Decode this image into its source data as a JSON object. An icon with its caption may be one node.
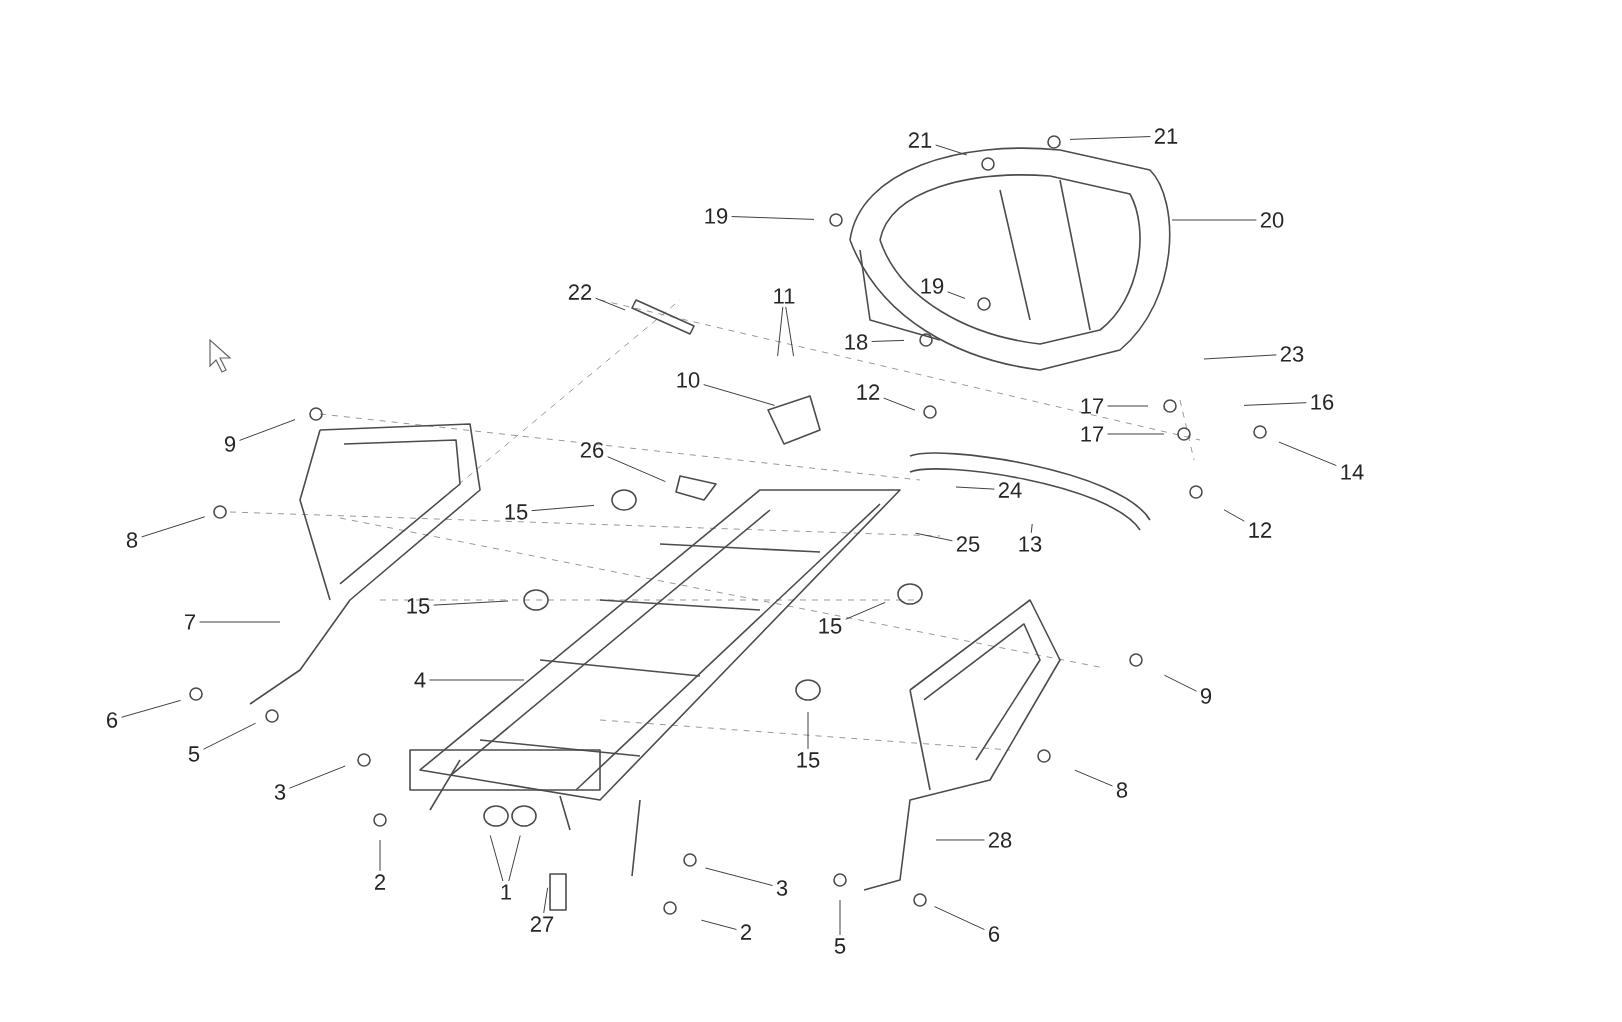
{
  "diagram": {
    "nodes": [
      {
        "text": [
          "21"
        ]
      },
      {
        "text": [
          "21"
        ]
      },
      {
        "text": [
          "19"
        ]
      },
      {
        "text": [
          "20"
        ]
      },
      {
        "text": [
          "19"
        ]
      },
      {
        "text": [
          "22"
        ]
      },
      {
        "text": [
          "11"
        ]
      },
      {
        "text": [
          "18"
        ]
      },
      {
        "text": [
          "23"
        ]
      },
      {
        "text": [
          "10"
        ]
      },
      {
        "text": [
          "12"
        ]
      },
      {
        "text": [
          "17"
        ]
      },
      {
        "text": [
          "16"
        ]
      },
      {
        "text": [
          "17"
        ]
      },
      {
        "text": [
          "9"
        ]
      },
      {
        "text": [
          "26"
        ]
      },
      {
        "text": [
          "14"
        ]
      },
      {
        "text": [
          "24"
        ]
      },
      {
        "text": [
          "15"
        ]
      },
      {
        "text": [
          "12"
        ]
      },
      {
        "text": [
          "13"
        ]
      },
      {
        "text": [
          "8"
        ]
      },
      {
        "text": [
          "25"
        ]
      },
      {
        "text": [
          "15"
        ]
      },
      {
        "text": [
          "7"
        ]
      },
      {
        "text": [
          "15"
        ]
      },
      {
        "text": [
          "4"
        ]
      },
      {
        "text": [
          "9"
        ]
      },
      {
        "text": [
          "6"
        ]
      },
      {
        "text": [
          "5"
        ]
      },
      {
        "text": [
          "15"
        ]
      },
      {
        "text": [
          "3"
        ]
      },
      {
        "text": [
          "8"
        ]
      },
      {
        "text": [
          "28"
        ]
      },
      {
        "text": [
          "2"
        ]
      },
      {
        "text": [
          "1"
        ]
      },
      {
        "text": [
          "3"
        ]
      },
      {
        "text": [
          "27"
        ]
      },
      {
        "text": [
          "2"
        ]
      },
      {
        "text": [
          "6"
        ]
      },
      {
        "text": [
          "5"
        ]
      }
    ],
    "edges": [
      {
        "from": 0,
        "to": null,
        "arrow": "none"
      },
      {
        "from": 1,
        "to": null,
        "arrow": "none"
      },
      {
        "from": 2,
        "to": null,
        "arrow": "none"
      },
      {
        "from": 3,
        "to": null,
        "arrow": "none"
      },
      {
        "from": 4,
        "to": null,
        "arrow": "none"
      },
      {
        "from": 5,
        "to": null,
        "arrow": "none"
      },
      {
        "from": 6,
        "to": null,
        "arrow": "none"
      },
      {
        "from": 6,
        "to": null,
        "arrow": "none"
      },
      {
        "from": 7,
        "to": null,
        "arrow": "none"
      },
      {
        "from": 8,
        "to": null,
        "arrow": "none"
      },
      {
        "from": 9,
        "to": null,
        "arrow": "none"
      },
      {
        "from": 10,
        "to": null,
        "arrow": "none"
      },
      {
        "from": 11,
        "to": null,
        "arrow": "none"
      },
      {
        "from": 12,
        "to": null,
        "arrow": "none"
      },
      {
        "from": 13,
        "to": null,
        "arrow": "none"
      },
      {
        "from": 14,
        "to": null,
        "arrow": "none"
      },
      {
        "from": 15,
        "to": null,
        "arrow": "none"
      },
      {
        "from": 16,
        "to": null,
        "arrow": "none"
      },
      {
        "from": 17,
        "to": null,
        "arrow": "none"
      },
      {
        "from": 18,
        "to": null,
        "arrow": "none"
      },
      {
        "from": 19,
        "to": null,
        "arrow": "none"
      },
      {
        "from": 20,
        "to": null,
        "arrow": "none"
      },
      {
        "from": 21,
        "to": null,
        "arrow": "none"
      },
      {
        "from": 22,
        "to": null,
        "arrow": "none"
      },
      {
        "from": 23,
        "to": null,
        "arrow": "none"
      },
      {
        "from": 24,
        "to": null,
        "arrow": "none"
      },
      {
        "from": 25,
        "to": null,
        "arrow": "none"
      },
      {
        "from": 26,
        "to": null,
        "arrow": "none"
      },
      {
        "from": 27,
        "to": null,
        "arrow": "none"
      },
      {
        "from": 28,
        "to": null,
        "arrow": "none"
      },
      {
        "from": 29,
        "to": null,
        "arrow": "none"
      },
      {
        "from": 30,
        "to": null,
        "arrow": "none"
      },
      {
        "from": 31,
        "to": null,
        "arrow": "none"
      },
      {
        "from": 32,
        "to": null,
        "arrow": "none"
      },
      {
        "from": 33,
        "to": null,
        "arrow": "none"
      },
      {
        "from": 34,
        "to": null,
        "arrow": "none"
      },
      {
        "from": 35,
        "to": null,
        "arrow": "none"
      },
      {
        "from": 35,
        "to": null,
        "arrow": "none"
      },
      {
        "from": 36,
        "to": null,
        "arrow": "none"
      },
      {
        "from": 37,
        "to": null,
        "arrow": "none"
      },
      {
        "from": 38,
        "to": null,
        "arrow": "none"
      },
      {
        "from": 39,
        "to": null,
        "arrow": "none"
      },
      {
        "from": 40,
        "to": null,
        "arrow": "none"
      }
    ]
  }
}
